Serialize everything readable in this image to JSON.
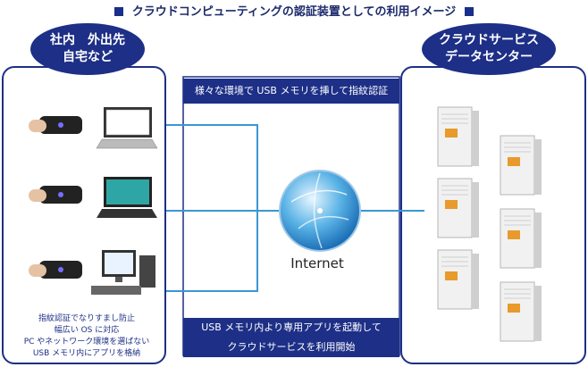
{
  "title": "クラウドコンピューティングの認証装置としての利用イメージ",
  "client_area": {
    "label_line1": "社内　外出先",
    "label_line2": "自宅など",
    "notes": [
      "指紋認証でなりすまし防止",
      "幅広い OS に対応",
      "PC やネットワーク環境を選ばない",
      "USB メモリ内にアプリを格納"
    ]
  },
  "datacenter": {
    "label_line1": "クラウドサービス",
    "label_line2": "データセンター"
  },
  "center_top_banner": "様々な環境で USB メモリを挿して指紋認証",
  "center_bottom_banner": {
    "line1": "USB メモリ内より専用アプリを起動して",
    "line2": "クラウドサービスを利用開始"
  },
  "internet_label": "Internet",
  "colors": {
    "navy": "#1d2f86",
    "line_blue": "#3b97d3",
    "server_orange": "#e89a2c"
  }
}
